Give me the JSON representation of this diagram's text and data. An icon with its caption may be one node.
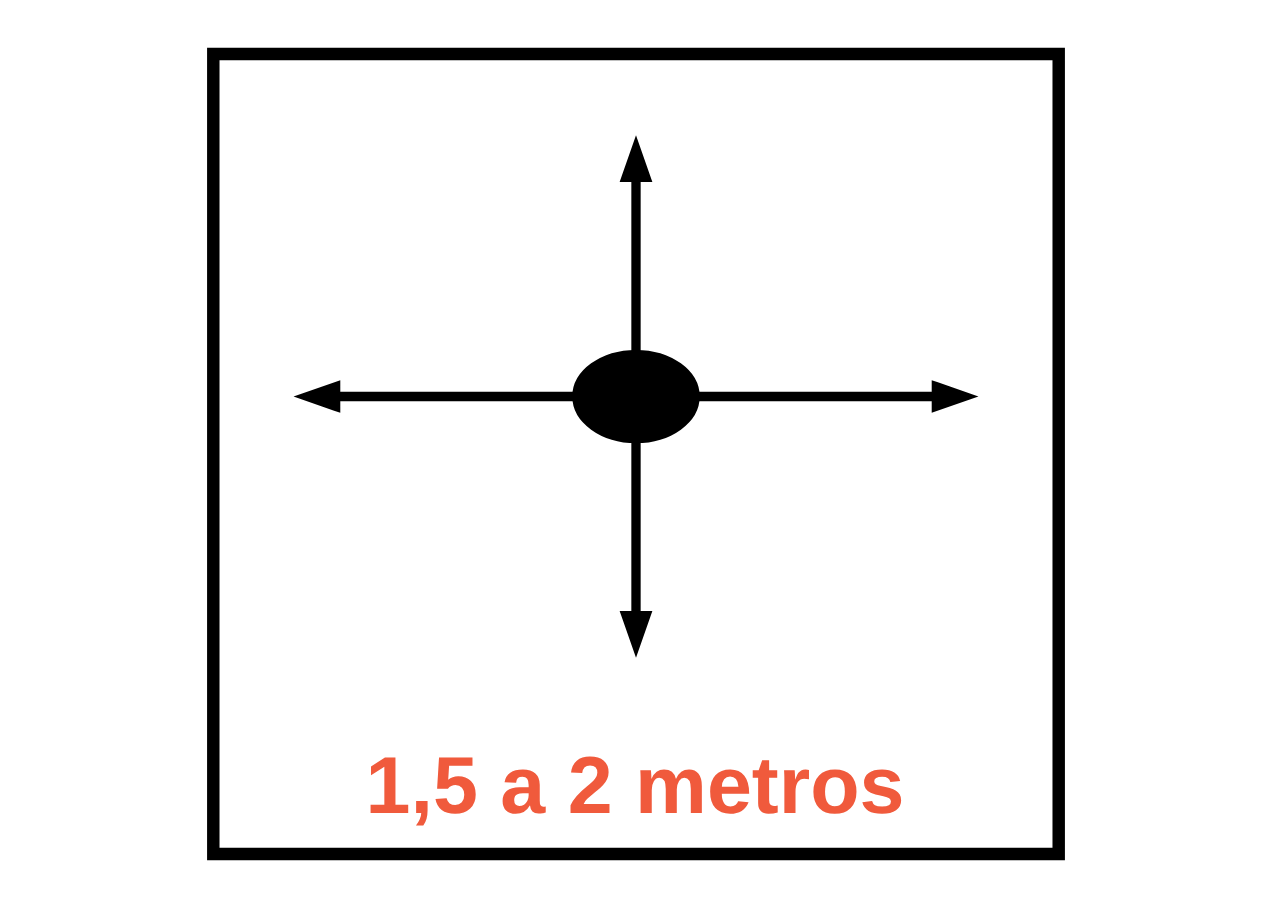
{
  "diagram": {
    "nodes": [
      {
        "text": [
          "1,5 a 2 metros"
        ]
      },
      {
        "text": [],
        "shape": "circle",
        "in": 0
      }
    ],
    "edges": [
      {
        "from": 1,
        "to": null,
        "arrow": "to"
      },
      {
        "from": 1,
        "to": null,
        "arrow": "to"
      },
      {
        "from": 1,
        "to": null,
        "arrow": "to"
      },
      {
        "from": 1,
        "to": null,
        "arrow": "to"
      }
    ]
  }
}
